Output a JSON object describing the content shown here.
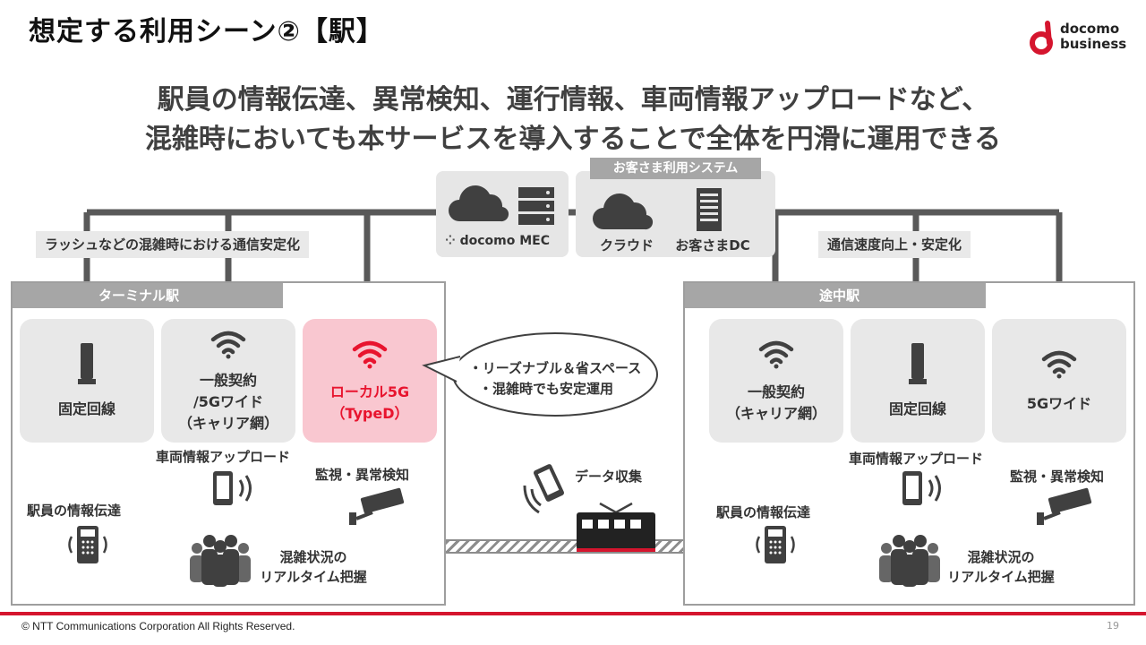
{
  "title": "想定する利用シーン②【駅】",
  "logo": {
    "line1": "docomo",
    "line2": "business",
    "color": "#d5152e"
  },
  "headline": {
    "line1": "駅員の情報伝達、異常検知、運行情報、車両情報アップロードなど、",
    "line2": "混雑時においても本サービスを導入することで全体を円滑に運用できる"
  },
  "center": {
    "mec_label": "docomo MEC",
    "customer_system_header": "お客さま利用システム",
    "cloud_label": "クラウド",
    "dc_label": "お客さまDC"
  },
  "left_tag": "ラッシュなどの混雑時における通信安定化",
  "right_tag": "通信速度向上・安定化",
  "terminal": {
    "header": "ターミナル駅",
    "cards": [
      {
        "label": "固定回線",
        "icon": "router-icon"
      },
      {
        "label_lines": [
          "一般契約",
          "/5Gワイド",
          "（キャリア網）"
        ],
        "icon": "wifi-icon"
      },
      {
        "label_lines": [
          "ローカル5G",
          "（TypeD）"
        ],
        "icon": "wifi-icon",
        "highlight": true
      }
    ],
    "uses": {
      "vehicle_upload": "車両情報アップロード",
      "monitoring": "監視・異常検知",
      "staff_comm": "駅員の情報伝達",
      "congestion_line1": "混雑状況の",
      "congestion_line2": "リアルタイム把握"
    }
  },
  "speech": {
    "line1": "・リーズナブル＆省スペース",
    "line2": "・混雑時でも安定運用"
  },
  "data_collect": "データ収集",
  "midway": {
    "header": "途中駅",
    "cards": [
      {
        "label_lines": [
          "一般契約",
          "（キャリア網）"
        ],
        "icon": "wifi-icon"
      },
      {
        "label": "固定回線",
        "icon": "router-icon"
      },
      {
        "label": "5Gワイド",
        "icon": "wifi-icon"
      }
    ],
    "uses": {
      "vehicle_upload": "車両情報アップロード",
      "monitoring": "監視・異常検知",
      "staff_comm": "駅員の情報伝達",
      "congestion_line1": "混雑状況の",
      "congestion_line2": "リアルタイム把握"
    }
  },
  "colors": {
    "accent": "#d5152e",
    "gray_dark": "#595959",
    "gray_mid": "#a6a6a6",
    "card_bg": "#e8e8e8",
    "pink": "#f9c7d0"
  },
  "footer": {
    "copyright": "© NTT Communications Corporation All Rights Reserved.",
    "page": "19"
  }
}
